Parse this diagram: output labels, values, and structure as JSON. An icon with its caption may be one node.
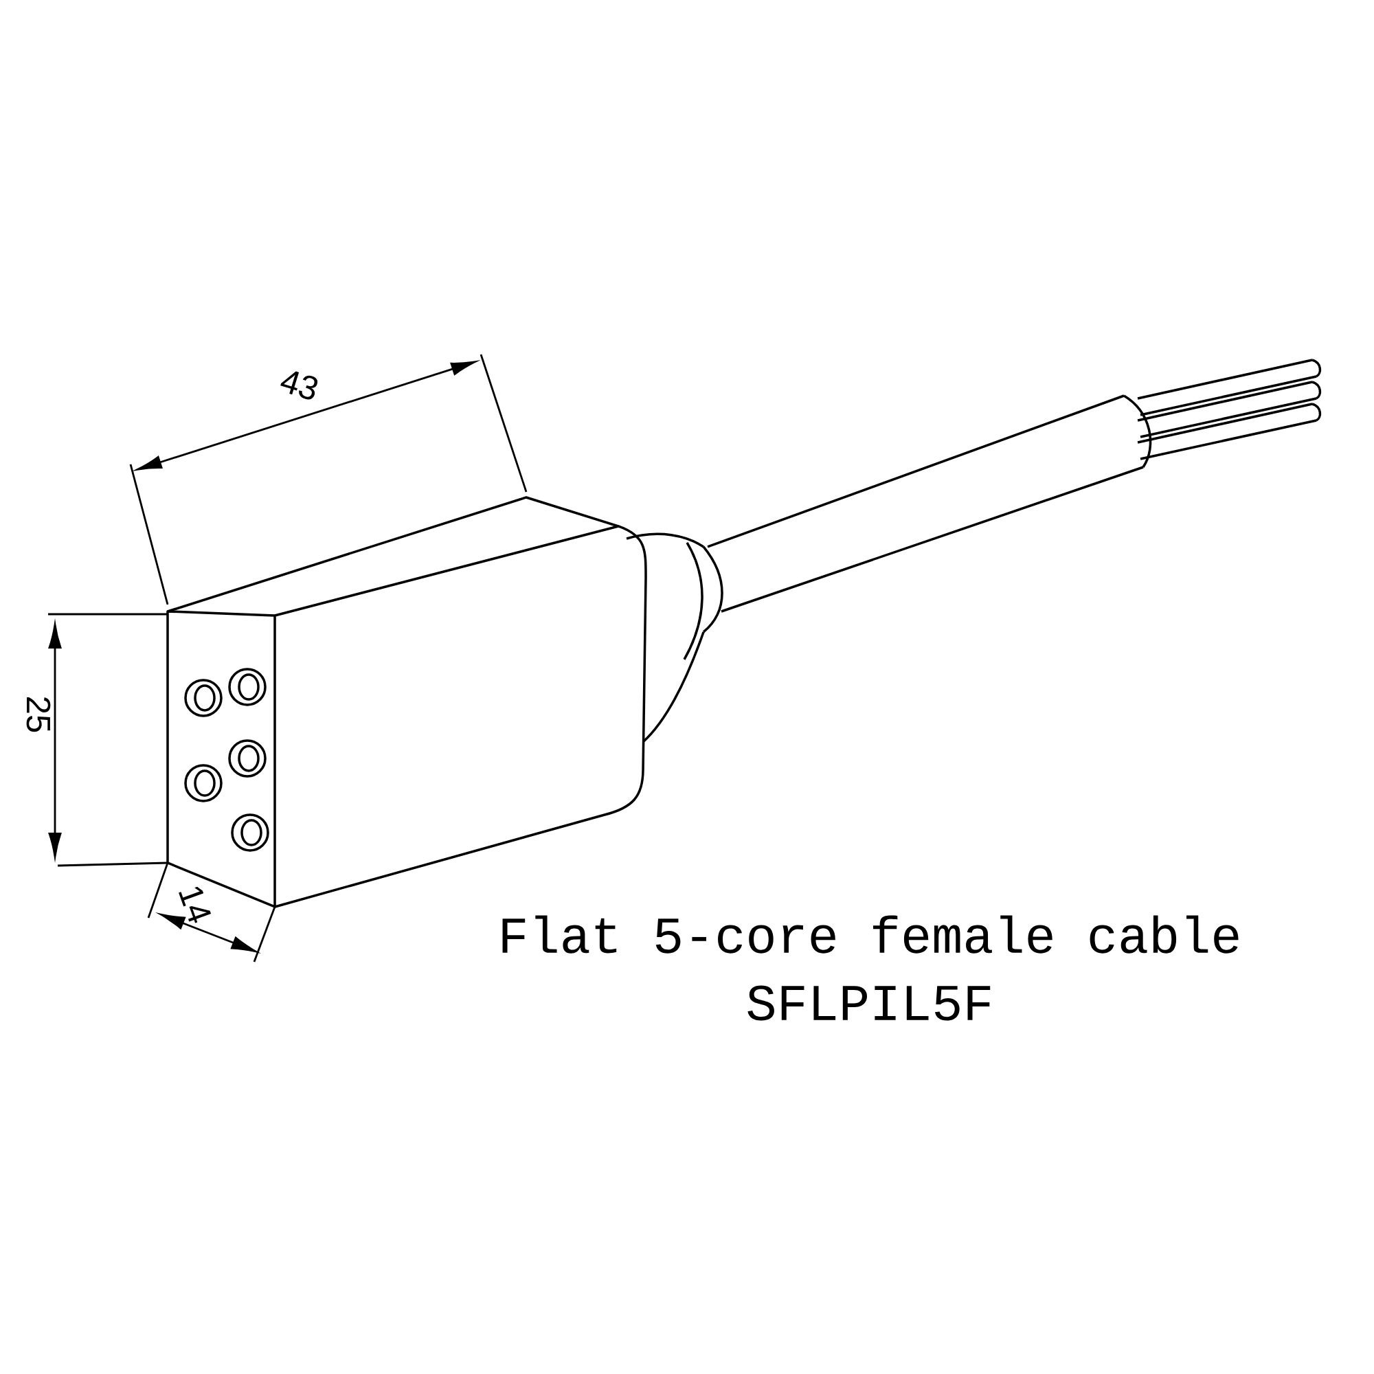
{
  "diagram": {
    "caption": "Flat 5-core female cable",
    "labels": [
      "43",
      "25",
      "14",
      "SFLPIL5F"
    ]
  }
}
